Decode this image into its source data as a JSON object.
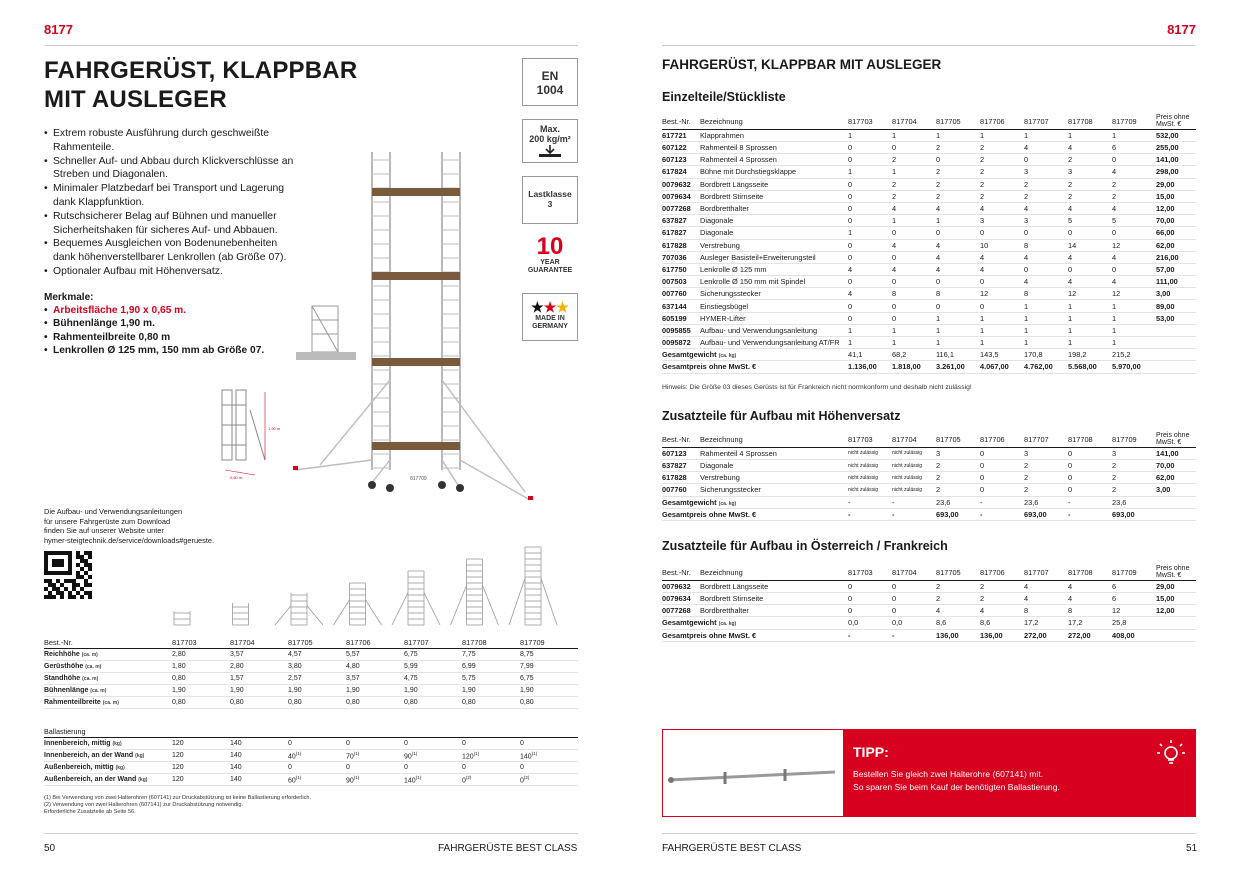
{
  "left": {
    "page_code": "8177",
    "title_line1": "FAHRGERÜST, KLAPPBAR",
    "title_line2": "MIT AUSLEGER",
    "bullets": [
      "Extrem robuste Ausführung durch geschweißte Rahmenteile.",
      "Schneller Auf- und Abbau durch Klickverschlüsse an Streben und Diagonalen.",
      "Minimaler Platzbedarf bei Transport und Lagerung dank Klappfunktion.",
      "Rutschsicherer Belag auf Bühnen und manueller Sicherheitshaken für sicheres Auf- und Abbauen.",
      "Bequemes Ausgleichen von Bodenunebenheiten dank höhenverstellbarer Lenkrollen (ab Größe 07).",
      "Optionaler Aufbau mit Höhenversatz."
    ],
    "merkmale_title": "Merkmale:",
    "merkmale": [
      "Arbeitsfläche 1,90 x 0,65 m.",
      "Bühnenlänge 1,90 m.",
      "Rahmenteilbreite 0,80 m",
      "Lenkrollen Ø 125 mm, 150 mm ab Größe 07."
    ],
    "badges": {
      "en_line1": "EN",
      "en_line2": "1004",
      "max_line1": "Max.",
      "max_line2": "200 kg/m²",
      "last_line1": "Lastklasse",
      "last_line2": "3",
      "guarantee_num": "10",
      "guarantee_line1": "YEAR",
      "guarantee_line2": "GUARANTEE",
      "made_line1": "MADE IN",
      "made_line2": "GERMANY"
    },
    "drawing_dim1": "1,90 m",
    "drawing_dim2": "0,80 m",
    "drawing_label": "817709",
    "download_text": [
      "Die Aufbau- und Verwendungsanleitungen",
      "für unsere Fahrgerüste zum Download",
      "finden Sie auf unserer Website unter",
      "hymer-steigtechnik.de/service/downloads#gerueste."
    ],
    "spec_table": {
      "header": [
        "Best.-Nr.",
        "817703",
        "817704",
        "817705",
        "817706",
        "817707",
        "817708",
        "817709"
      ],
      "rows": [
        {
          "label": "Reichhöhe",
          "unit": "(ca. m)",
          "values": [
            "2,80",
            "3,57",
            "4,57",
            "5,57",
            "6,75",
            "7,75",
            "8,75"
          ]
        },
        {
          "label": "Gerüsthöhe",
          "unit": "(ca. m)",
          "values": [
            "1,80",
            "2,80",
            "3,80",
            "4,80",
            "5,99",
            "6,99",
            "7,99"
          ]
        },
        {
          "label": "Standhöhe",
          "unit": "(ca. m)",
          "values": [
            "0,80",
            "1,57",
            "2,57",
            "3,57",
            "4,75",
            "5,75",
            "6,75"
          ]
        },
        {
          "label": "Bühnenlänge",
          "unit": "(ca. m)",
          "values": [
            "1,90",
            "1,90",
            "1,90",
            "1,90",
            "1,90",
            "1,90",
            "1,90"
          ]
        },
        {
          "label": "Rahmenteilbreite",
          "unit": "(ca. m)",
          "values": [
            "0,80",
            "0,80",
            "0,80",
            "0,80",
            "0,80",
            "0,80",
            "0,80"
          ]
        }
      ]
    },
    "ballast_table": {
      "title": "Ballastierung",
      "rows": [
        {
          "label": "Innenbereich, mittig",
          "unit": "(kg)",
          "values": [
            "120",
            "140",
            "0",
            "0",
            "0",
            "0",
            "0"
          ],
          "sups": [
            "",
            "",
            "",
            "",
            "",
            "",
            ""
          ]
        },
        {
          "label": "Innenbereich, an der Wand",
          "unit": "(kg)",
          "values": [
            "120",
            "140",
            "40",
            "70",
            "90",
            "120",
            "140"
          ],
          "sups": [
            "",
            "",
            "(1)",
            "(1)",
            "(1)",
            "(1)",
            "(1)"
          ]
        },
        {
          "label": "Außenbereich, mittig",
          "unit": "(kg)",
          "values": [
            "120",
            "140",
            "0",
            "0",
            "0",
            "0",
            "0"
          ],
          "sups": [
            "",
            "",
            "",
            "",
            "",
            "",
            ""
          ]
        },
        {
          "label": "Außenbereich, an der Wand",
          "unit": "(kg)",
          "values": [
            "120",
            "140",
            "60",
            "90",
            "140",
            "0",
            "0"
          ],
          "sups": [
            "",
            "",
            "(1)",
            "(1)",
            "(1)",
            "(2)",
            "(2)"
          ]
        }
      ]
    },
    "footnotes": [
      "(1) Bei Verwendung von zwei Halterohren (607141) zur Druckabstützung ist keine Ballastierung erforderlich.",
      "(2) Verwendung von zwei Halterohren (607141) zur Druckabstützung notwendig.",
      "Erforderliche Zusatzteile ab Seite 56."
    ],
    "footer_page": "50",
    "footer_title": "FAHRGERÜSTE BEST CLASS"
  },
  "right": {
    "page_code": "8177",
    "title": "FAHRGERÜST, KLAPPBAR MIT AUSLEGER",
    "parts_title": "Einzelteile/Stückliste",
    "header": [
      "Best.-Nr.",
      "Bezeichnung",
      "817703",
      "817704",
      "817705",
      "817706",
      "817707",
      "817708",
      "817709",
      "Preis ohne MwSt. €"
    ],
    "parts": [
      [
        "617721",
        "Klapprahmen",
        "1",
        "1",
        "1",
        "1",
        "1",
        "1",
        "1",
        "532,00"
      ],
      [
        "607122",
        "Rahmenteil 8 Sprossen",
        "0",
        "0",
        "2",
        "2",
        "4",
        "4",
        "6",
        "255,00"
      ],
      [
        "607123",
        "Rahmenteil 4 Sprossen",
        "0",
        "2",
        "0",
        "2",
        "0",
        "2",
        "0",
        "141,00"
      ],
      [
        "617824",
        "Bühne mit Durchstiegsklappe",
        "1",
        "1",
        "2",
        "2",
        "3",
        "3",
        "4",
        "298,00"
      ],
      [
        "0079632",
        "Bordbrett Längsseite",
        "0",
        "2",
        "2",
        "2",
        "2",
        "2",
        "2",
        "29,00"
      ],
      [
        "0079634",
        "Bordbrett Stirnseite",
        "0",
        "2",
        "2",
        "2",
        "2",
        "2",
        "2",
        "15,00"
      ],
      [
        "0077268",
        "Bordbretthalter",
        "0",
        "4",
        "4",
        "4",
        "4",
        "4",
        "4",
        "12,00"
      ],
      [
        "637827",
        "Diagonale",
        "0",
        "1",
        "1",
        "3",
        "3",
        "5",
        "5",
        "70,00"
      ],
      [
        "617827",
        "Diagonale",
        "1",
        "0",
        "0",
        "0",
        "0",
        "0",
        "0",
        "66,00"
      ],
      [
        "617828",
        "Verstrebung",
        "0",
        "4",
        "4",
        "10",
        "8",
        "14",
        "12",
        "62,00"
      ],
      [
        "707036",
        "Ausleger Basisteil+Erweiterungsteil",
        "0",
        "0",
        "4",
        "4",
        "4",
        "4",
        "4",
        "216,00"
      ],
      [
        "617750",
        "Lenkrolle Ø 125 mm",
        "4",
        "4",
        "4",
        "4",
        "0",
        "0",
        "0",
        "57,00"
      ],
      [
        "007503",
        "Lenkrolle Ø 150 mm mit Spindel",
        "0",
        "0",
        "0",
        "0",
        "4",
        "4",
        "4",
        "111,00"
      ],
      [
        "007760",
        "Sicherungsstecker",
        "4",
        "8",
        "8",
        "12",
        "8",
        "12",
        "12",
        "3,00"
      ],
      [
        "637144",
        "Einstiegsbügel",
        "0",
        "0",
        "0",
        "0",
        "1",
        "1",
        "1",
        "89,00"
      ],
      [
        "605199",
        "HYMER-Lifter",
        "0",
        "0",
        "1",
        "1",
        "1",
        "1",
        "1",
        "53,00"
      ],
      [
        "0095855",
        "Aufbau- und Verwendungsanleitung",
        "1",
        "1",
        "1",
        "1",
        "1",
        "1",
        "1",
        ""
      ],
      [
        "0095872",
        "Aufbau- und Verwendungsanleitung AT/FR",
        "1",
        "1",
        "1",
        "1",
        "1",
        "1",
        "1",
        ""
      ]
    ],
    "weight_label": "Gesamtgewicht",
    "weight_unit": "(ca. kg)",
    "weights": [
      "41,1",
      "68,2",
      "116,1",
      "143,5",
      "170,8",
      "198,2",
      "215,2"
    ],
    "price_label": "Gesamtpreis ohne MwSt. €",
    "prices": [
      "1.136,00",
      "1.818,00",
      "3.261,00",
      "4.067,00",
      "4.762,00",
      "5.568,00",
      "5.970,00"
    ],
    "hint": "Hinweis: Die Größe 03 dieses Gerüsts ist für Frankreich nicht normkonform und deshalb nicht zulässig!",
    "offset_title": "Zusatzteile für Aufbau mit Höhenversatz",
    "offset_parts": [
      [
        "607123",
        "Rahmenteil 4 Sprossen",
        "nicht zulässig",
        "nicht zulässig",
        "3",
        "0",
        "3",
        "0",
        "3",
        "141,00"
      ],
      [
        "637827",
        "Diagonale",
        "nicht zulässig",
        "nicht zulässig",
        "2",
        "0",
        "2",
        "0",
        "2",
        "70,00"
      ],
      [
        "617828",
        "Verstrebung",
        "nicht zulässig",
        "nicht zulässig",
        "2",
        "0",
        "2",
        "0",
        "2",
        "62,00"
      ],
      [
        "007760",
        "Sicherungsstecker",
        "nicht zulässig",
        "nicht zulässig",
        "2",
        "0",
        "2",
        "0",
        "2",
        "3,00"
      ]
    ],
    "offset_weights": [
      "-",
      "-",
      "23,6",
      "-",
      "23,6",
      "-",
      "23,6"
    ],
    "offset_prices": [
      "-",
      "-",
      "693,00",
      "-",
      "693,00",
      "-",
      "693,00"
    ],
    "at_title": "Zusatzteile für Aufbau in Österreich / Frankreich",
    "at_parts": [
      [
        "0079632",
        "Bordbrett Längsseite",
        "0",
        "0",
        "2",
        "2",
        "4",
        "4",
        "6",
        "29,00"
      ],
      [
        "0079634",
        "Bordbrett Stirnseite",
        "0",
        "0",
        "2",
        "2",
        "4",
        "4",
        "6",
        "15,00"
      ],
      [
        "0077268",
        "Bordbretthalter",
        "0",
        "0",
        "4",
        "4",
        "8",
        "8",
        "12",
        "12,00"
      ]
    ],
    "at_weights": [
      "0,0",
      "0,0",
      "8,6",
      "8,6",
      "17,2",
      "17,2",
      "25,8"
    ],
    "at_prices": [
      "-",
      "-",
      "136,00",
      "136,00",
      "272,00",
      "272,00",
      "408,00"
    ],
    "tip_title": "TIPP:",
    "tip_line1": "Bestellen Sie gleich zwei Halterohre (607141) mit.",
    "tip_line2": "So sparen Sie beim Kauf der benötigten Ballastierung.",
    "footer_title": "FAHRGERÜSTE BEST CLASS",
    "footer_page": "51"
  },
  "colors": {
    "accent": "#d7001e",
    "wood": "#7a5a3c"
  }
}
